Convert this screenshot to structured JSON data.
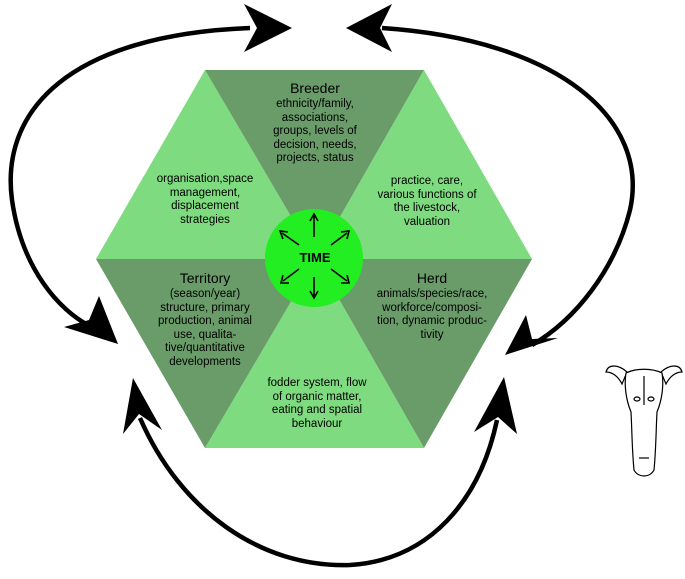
{
  "colors": {
    "light_green": "#7fdb7f",
    "dark_green": "#6a9c6a",
    "center_green": "#22ee22",
    "arrow": "#000000"
  },
  "center": {
    "label": "TIME"
  },
  "segments": {
    "breeder": {
      "title": "Breeder",
      "lines": [
        "ethnicity/family,",
        "associations,",
        "groups, levels of",
        "decision, needs,",
        "projects, status"
      ]
    },
    "practice": {
      "lines": [
        "practice, care,",
        "various functions of",
        "the livestock,",
        "valuation"
      ]
    },
    "herd": {
      "title": "Herd",
      "lines": [
        "animals/species/race,",
        "workforce/composi-",
        "tion, dynamic produc-",
        "tivity"
      ]
    },
    "fodder": {
      "lines": [
        "fodder system, flow",
        "of organic matter,",
        "eating and spatial",
        "behaviour"
      ]
    },
    "territory": {
      "title": "Territory",
      "lines": [
        "(season/year)",
        "structure, primary",
        "production, animal",
        "use, qualita-",
        "tive/quantitative",
        "developments"
      ]
    },
    "organisation": {
      "lines": [
        "organisation,space",
        "management,",
        "displacement",
        "strategies"
      ]
    }
  },
  "icons": {
    "skull": "animal-skull-icon"
  }
}
